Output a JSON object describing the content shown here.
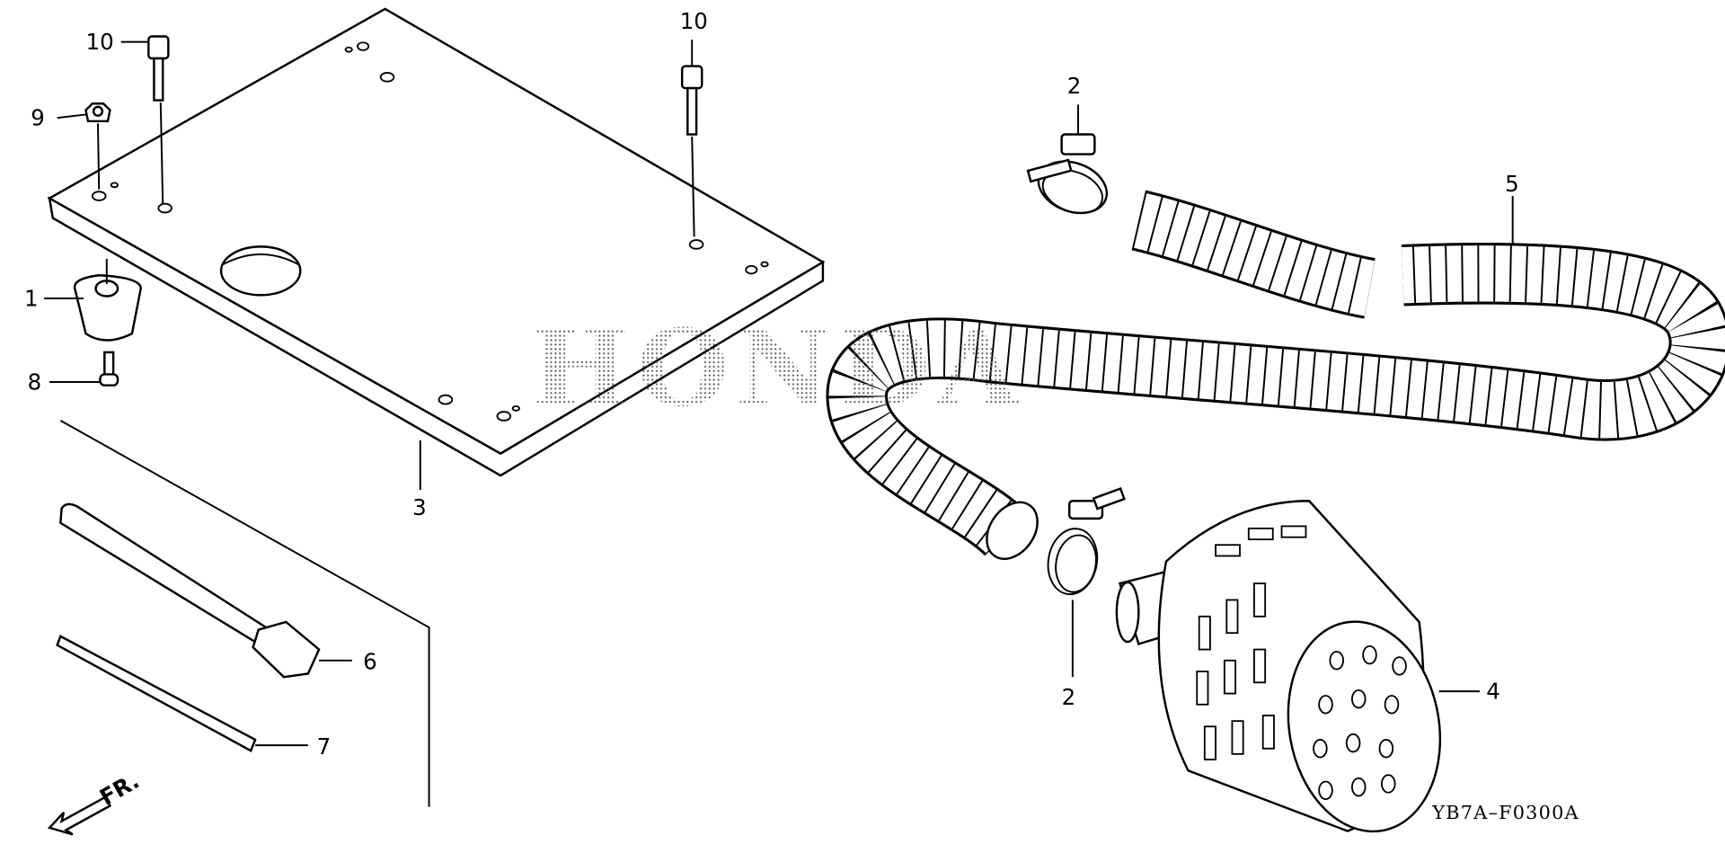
{
  "diagram": {
    "watermark": "HONDA",
    "diagram_code": "YB7A–F0300A",
    "front_indicator": "FR.",
    "callouts": {
      "bolt_left": "10",
      "nut": "9",
      "mount": "1",
      "screw": "8",
      "plate": "3",
      "bolt_right": "10",
      "clamp_top": "2",
      "hose": "5",
      "tube": "6",
      "rod": "7",
      "clamp_bottom": "2",
      "strainer": "4"
    }
  }
}
